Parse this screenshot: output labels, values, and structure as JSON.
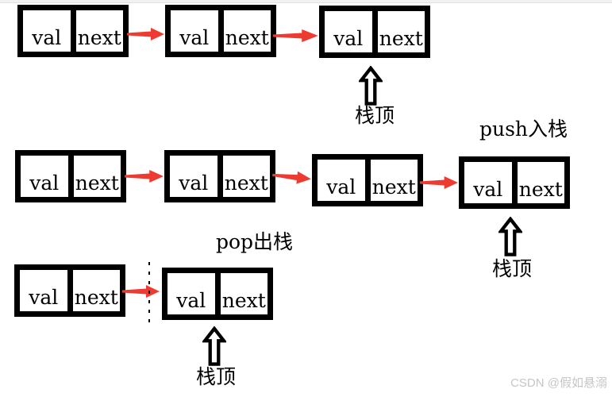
{
  "node_labels": {
    "val": "val",
    "next": "next"
  },
  "labels": {
    "stack_top": "栈顶",
    "push": "push入栈",
    "pop": "pop出栈"
  },
  "watermark": "CSDN @假如悬溺",
  "colors": {
    "arrow_red": "#ee3b31",
    "node_border": "#000000",
    "watermark_gray": "#c6c6c6"
  },
  "icons": {
    "red_arrow": "right-arrow",
    "stack_top_arrow": "up-block-arrow"
  },
  "diagram": {
    "type": "singly-linked-list-as-stack",
    "rows": [
      {
        "node_count": 3,
        "stack_top_marker": true
      },
      {
        "node_count": 4,
        "operation": "push入栈",
        "stack_top_marker": true
      },
      {
        "node_count": 2,
        "operation": "pop出栈",
        "stack_top_marker": true,
        "detached_divider": true
      }
    ]
  }
}
